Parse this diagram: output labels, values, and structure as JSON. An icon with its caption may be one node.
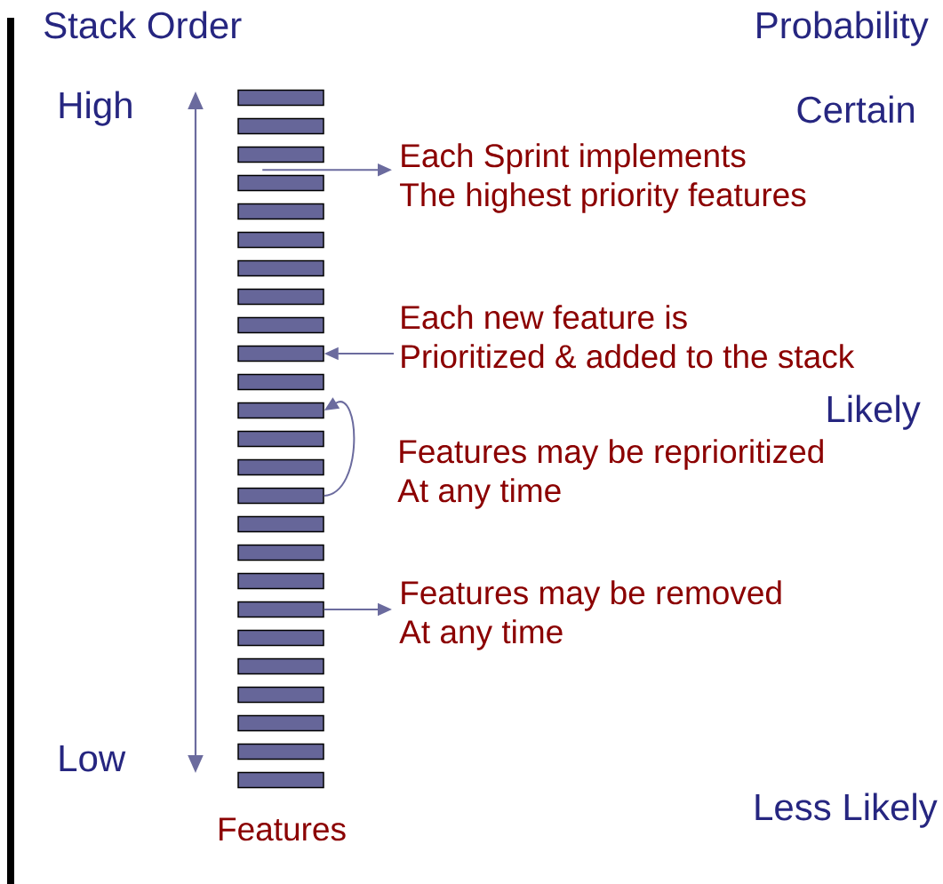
{
  "diagram": {
    "nodes": [
      {
        "text": [],
        "shape": "bar"
      },
      {
        "text": [],
        "shape": "bar"
      },
      {
        "text": [],
        "shape": "bar"
      },
      {
        "text": [],
        "shape": "bar"
      },
      {
        "text": [],
        "shape": "bar"
      },
      {
        "text": [],
        "shape": "bar"
      },
      {
        "text": [],
        "shape": "bar"
      },
      {
        "text": [],
        "shape": "bar"
      },
      {
        "text": [],
        "shape": "bar"
      },
      {
        "text": [],
        "shape": "bar"
      },
      {
        "text": [],
        "shape": "bar"
      },
      {
        "text": [],
        "shape": "bar"
      },
      {
        "text": [],
        "shape": "bar"
      },
      {
        "text": [],
        "shape": "bar"
      },
      {
        "text": [],
        "shape": "bar"
      },
      {
        "text": [],
        "shape": "bar"
      },
      {
        "text": [],
        "shape": "bar"
      },
      {
        "text": [],
        "shape": "bar"
      },
      {
        "text": [],
        "shape": "bar"
      },
      {
        "text": [],
        "shape": "bar"
      },
      {
        "text": [],
        "shape": "bar"
      },
      {
        "text": [],
        "shape": "bar"
      },
      {
        "text": [],
        "shape": "bar"
      },
      {
        "text": [],
        "shape": "bar"
      },
      {
        "text": [],
        "shape": "bar"
      },
      {
        "text": [
          "Each Sprint implements The highest priority features"
        ]
      },
      {
        "text": [
          "Each new feature is Prioritized & added to the stack"
        ]
      },
      {
        "text": [
          "Features may be removed At any time"
        ]
      }
    ],
    "edges": [
      {
        "from": 2,
        "to": 25,
        "arrow": "to"
      },
      {
        "from": 26,
        "to": 9,
        "arrow": "to"
      },
      {
        "from": 14,
        "to": 11,
        "arrow": "to"
      },
      {
        "from": 18,
        "to": 27,
        "arrow": "to"
      }
    ],
    "labels": [
      "Stack Order",
      "Probability",
      "High",
      "Certain",
      "Likely",
      "Features may be reprioritized At any time",
      "Low",
      "Less Likely",
      "Features"
    ]
  }
}
